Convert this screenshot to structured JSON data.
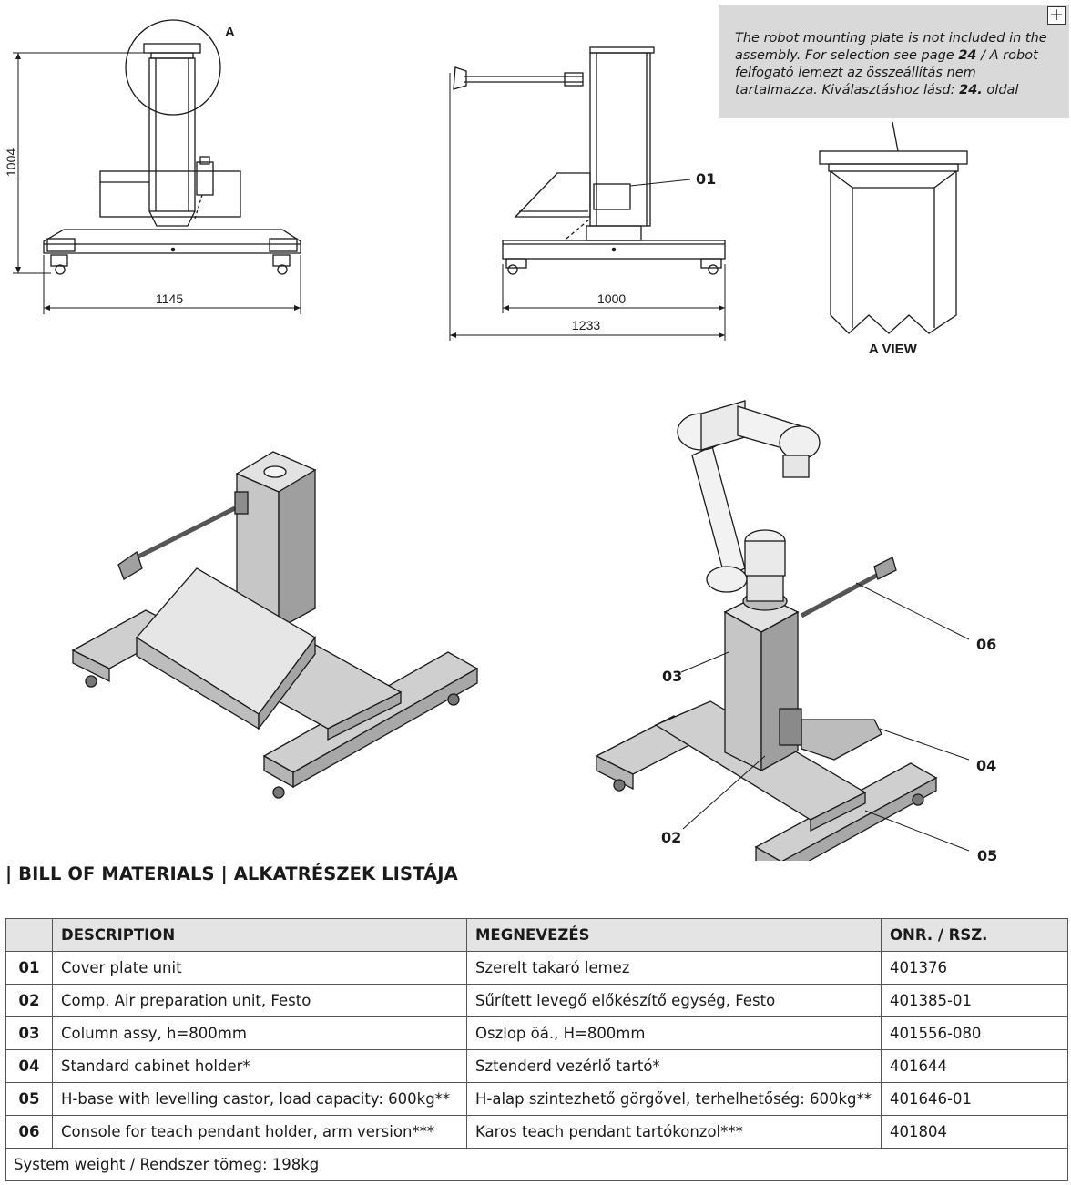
{
  "drawing": {
    "detail_label": "A",
    "dims": {
      "height_front": "1004",
      "width_front": "1145",
      "width_side_inner": "1000",
      "width_side_outer": "1233"
    },
    "side_callout": "01",
    "view_label": "A VIEW",
    "iso_callouts": [
      "03",
      "02",
      "06",
      "04",
      "05"
    ]
  },
  "note": {
    "text_1": "The robot mounting plate is not included in the assembly. For selection see page ",
    "page_en": "24",
    "text_2": " / A robot felfogató lemezt az összeállítás nem tartalmazza. Kiválasztáshoz lásd: ",
    "page_hu": "24.",
    "text_3": " oldal",
    "button_glyph": "+"
  },
  "bom": {
    "heading": "| BILL OF MATERIALS | ALKATRÉSZEK LISTÁJA",
    "columns": [
      "",
      "DESCRIPTION",
      "MEGNEVEZÉS",
      "ONR. / RSZ."
    ],
    "rows": [
      {
        "pos": "01",
        "desc": "Cover plate unit",
        "hu": "Szerelt takaró lemez",
        "onr": "401376"
      },
      {
        "pos": "02",
        "desc": "Comp. Air preparation unit, Festo",
        "hu": "Sűrített levegő előkészítő egység, Festo",
        "onr": "401385-01"
      },
      {
        "pos": "03",
        "desc": "Column assy, h=800mm",
        "hu": "Oszlop öá., H=800mm",
        "onr": "401556-080"
      },
      {
        "pos": "04",
        "desc": "Standard cabinet holder*",
        "hu": "Sztenderd vezérlő tartó*",
        "onr": "401644"
      },
      {
        "pos": "05",
        "desc": "H-base with levelling castor, load capacity: 600kg**",
        "hu": "H-alap szintezhető görgővel, terhelhetőség: 600kg**",
        "onr": "401646-01"
      },
      {
        "pos": "06",
        "desc": "Console for teach pendant holder, arm version***",
        "hu": "Karos teach pendant tartókonzol***",
        "onr": "401804"
      }
    ],
    "footer": "System weight / Rendszer tömeg: 198kg"
  }
}
